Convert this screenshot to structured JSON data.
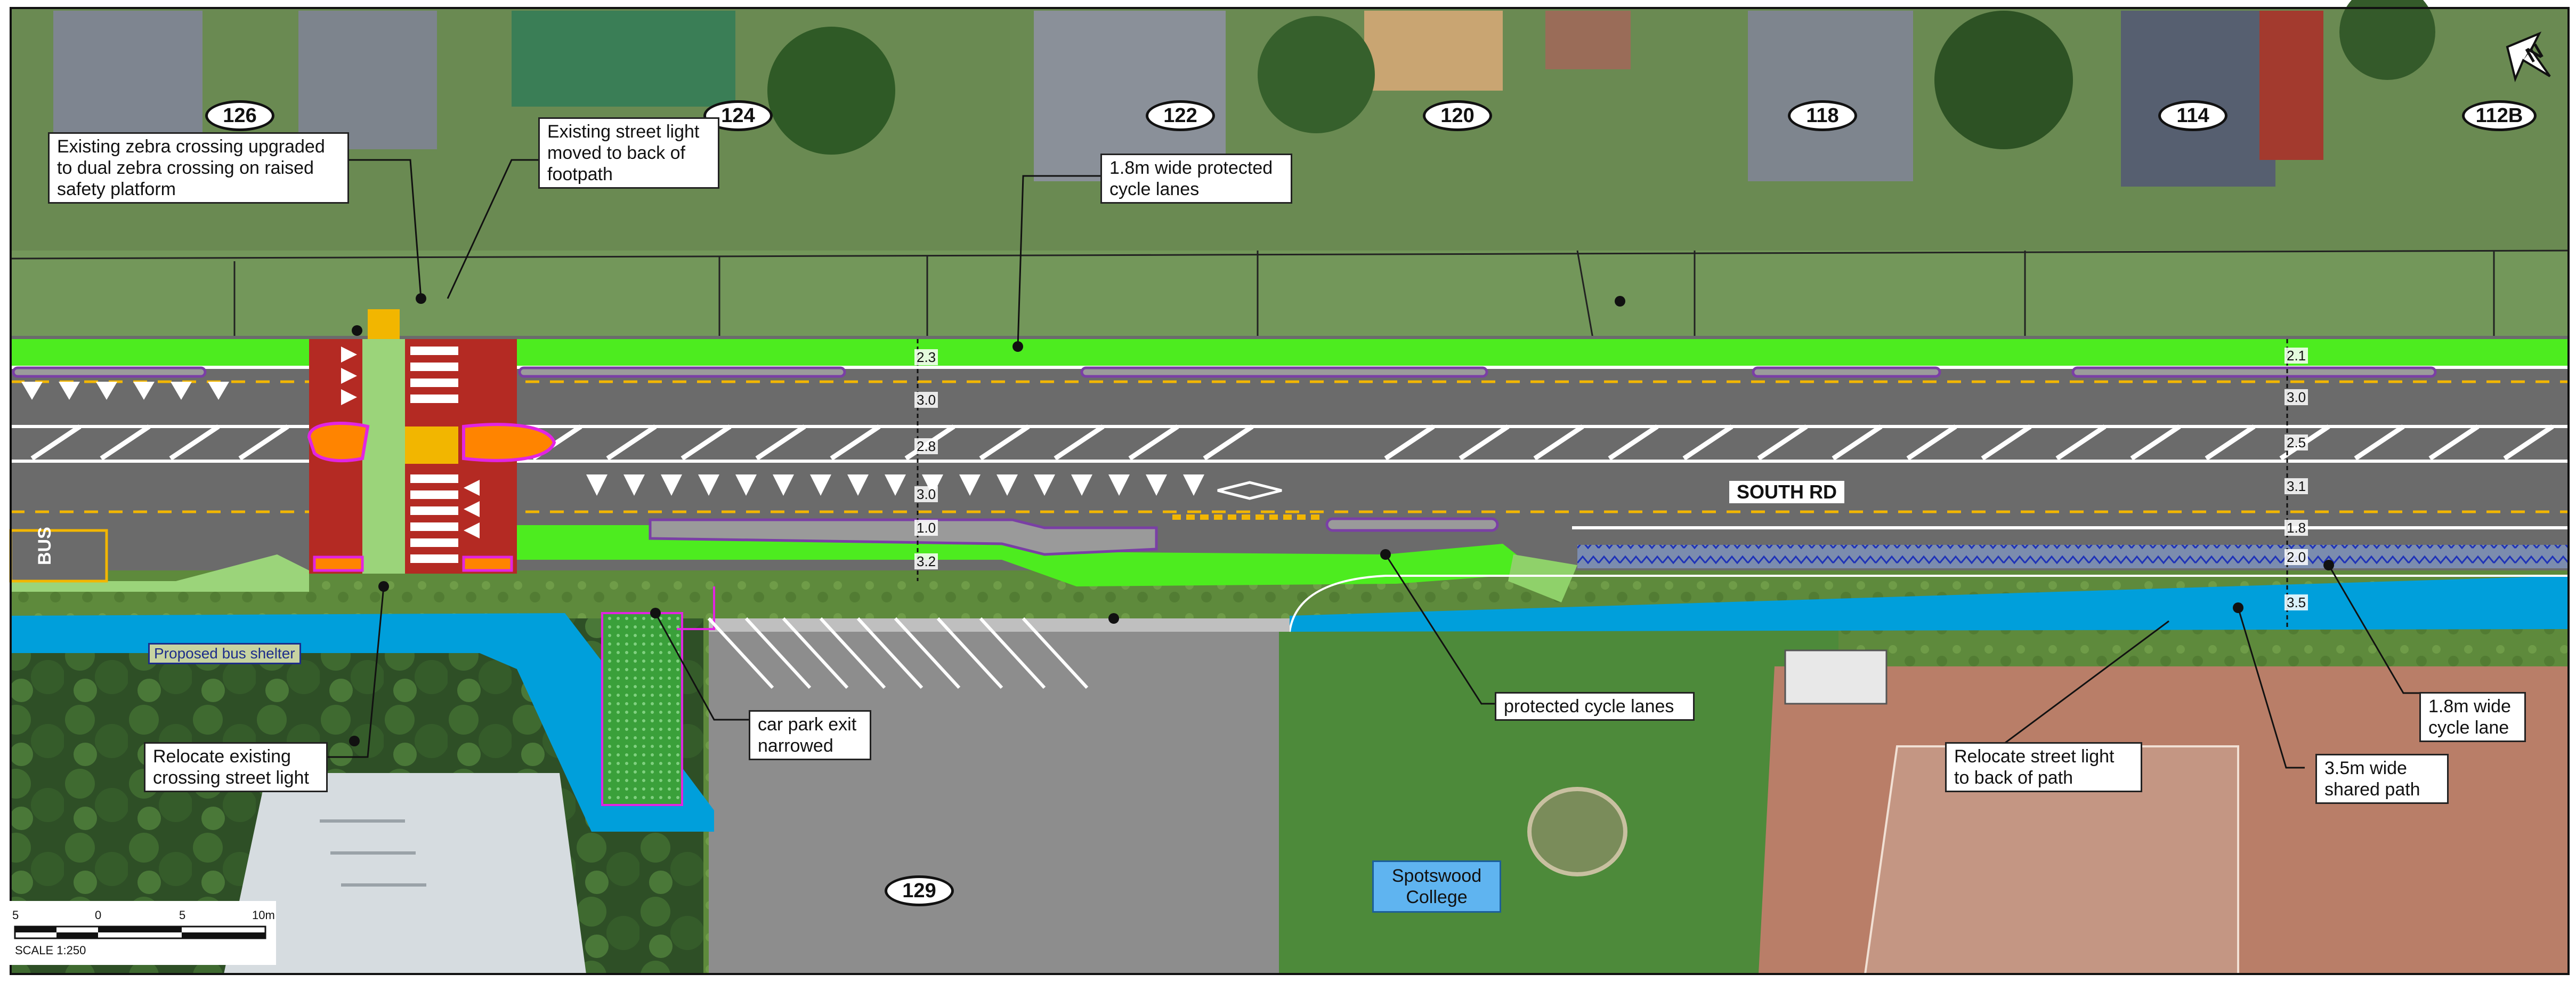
{
  "houses": [
    {
      "id": "h126",
      "label": "126"
    },
    {
      "id": "h124",
      "label": "124"
    },
    {
      "id": "h122",
      "label": "122"
    },
    {
      "id": "h120",
      "label": "120"
    },
    {
      "id": "h118",
      "label": "118"
    },
    {
      "id": "h114",
      "label": "114"
    },
    {
      "id": "h112b",
      "label": "112B"
    },
    {
      "id": "h129",
      "label": "129"
    }
  ],
  "callouts": {
    "zebra": "Existing zebra crossing upgraded to dual zebra crossing on raised safety platform",
    "street_light_moved": "Existing street light moved to back of footpath",
    "protected_18": "1.8m wide protected cycle lanes",
    "relocate_crossing_light": "Relocate existing crossing street light",
    "car_park_exit": "car park exit narrowed",
    "protected_cycle": "protected cycle lanes",
    "relocate_path_light": "Relocate street light to back of path",
    "shared_path": "3.5m wide shared path",
    "cycle_lane_18": "1.8m wide cycle lane"
  },
  "bus_shelter": "Proposed bus shelter",
  "road_name": "SOUTH RD",
  "school_name": "Spotswood College",
  "lane_widths_left": [
    "2.3",
    "3.0",
    "2.8",
    "3.0",
    "1.0",
    "3.2"
  ],
  "lane_widths_right": [
    "2.1",
    "3.0",
    "2.5",
    "3.1",
    "1.8",
    "2.0",
    "3.5"
  ],
  "scale": {
    "ticks": [
      "5",
      "0",
      "5",
      "10m"
    ],
    "label": "SCALE 1:250"
  },
  "north_label": "N",
  "bus_stop_text": "BUS STOP",
  "colors": {
    "cycle_lane": "#4dec1f",
    "shared_path": "#009fdb",
    "road": "#6b6b6b",
    "platform": "#b42a23",
    "island": "#ff8400",
    "kerb": "#7a3fa5",
    "school_box": "#5fb4f0"
  }
}
